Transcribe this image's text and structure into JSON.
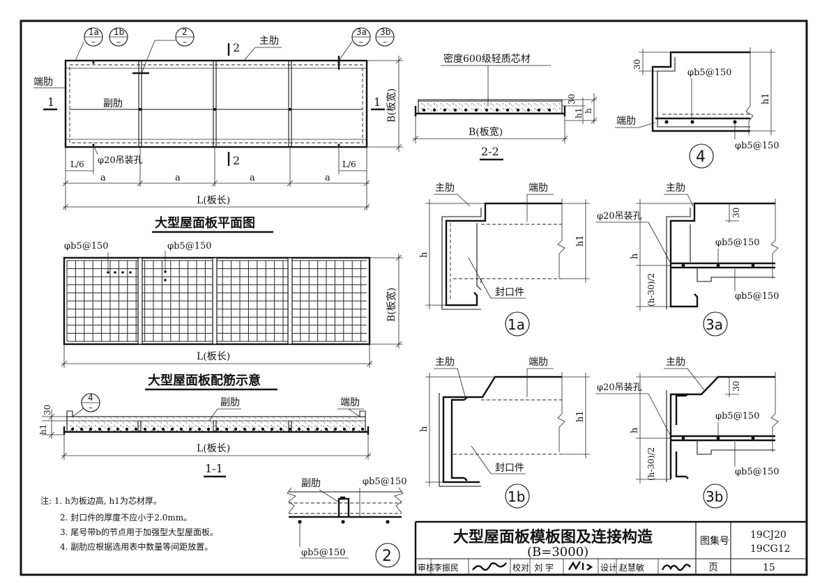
{
  "labels": {
    "end_rib": "端肋",
    "main_rib": "主肋",
    "sub_rib": "副肋",
    "plate_width": "B(板宽)",
    "plate_length": "L(板长)",
    "hoist_hole": "φ20吊装孔",
    "seal_piece": "封口件",
    "core_material": "密度600级轻质芯材",
    "a": "a",
    "l6": "L/6",
    "h": "h",
    "h1": "h1",
    "d30": "30",
    "h_30_2": "(h-30)/2",
    "rebar": "φb5@150",
    "rebar_phi": "φ",
    "rebar_b": "b",
    "rebar_rest": "5@150"
  },
  "section_marks": {
    "s1": "1",
    "s2": "2",
    "ref_1a": "1a",
    "ref_1b": "1b",
    "ref_2": "2",
    "ref_3a": "3a",
    "ref_3b": "3b",
    "ref_4": "4",
    "dash": "–"
  },
  "titles": {
    "plan": "大型屋面板平面图",
    "rebar": "大型屋面板配筋示意",
    "sec_11": "1-1",
    "sec_22": "2-2"
  },
  "notes": [
    "注: 1. h为板边高, h1为芯材厚。",
    "2. 封口件的厚度不应小于2.0mm。",
    "3. 尾号带b的节点用于加强型大型屋面板。",
    "4. 副肋应根据选用表中数量等间距放置。"
  ],
  "title_block": {
    "title": "大型屋面板模板图及连接构造",
    "subtitle": "(B=3000)",
    "atlas_label": "图集号",
    "atlas_no_1": "19CJ20",
    "atlas_no_2": "19CG12",
    "review_label": "审核",
    "reviewer": "李振民",
    "check_label": "校对",
    "checker": "刘 宇",
    "design_label": "设计",
    "designer": "赵慧敏",
    "page_label": "页",
    "page_no": "15"
  }
}
